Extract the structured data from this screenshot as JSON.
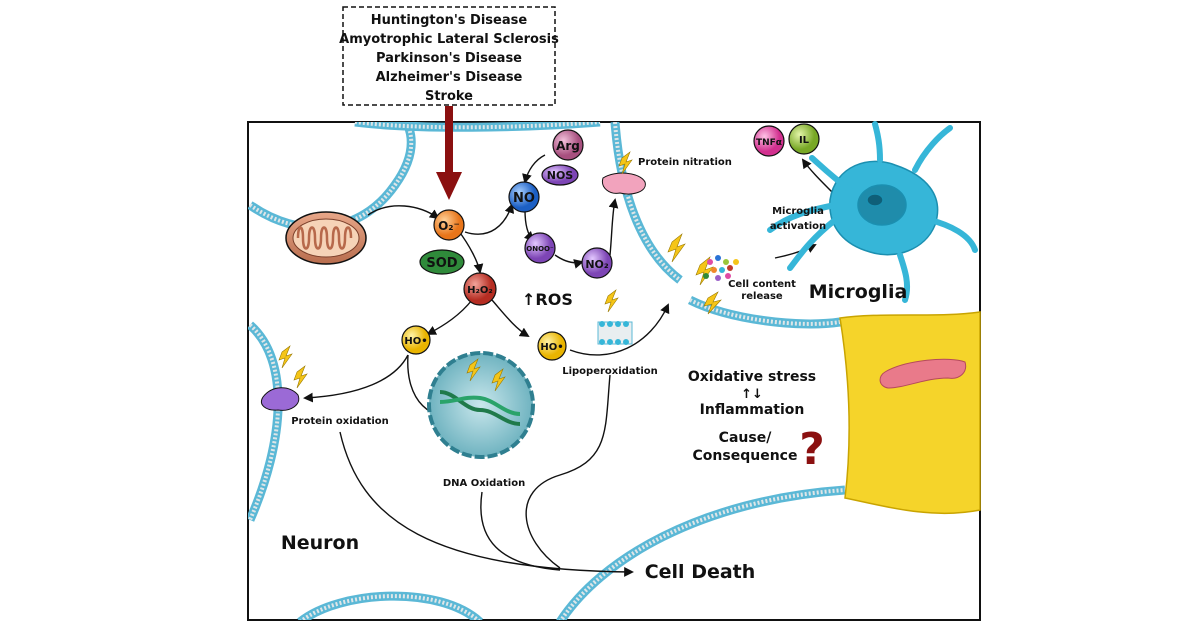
{
  "diseases": [
    "Huntington's Disease",
    "Amyotrophic Lateral Sclerosis",
    "Parkinson's Disease",
    "Alzheimer's Disease",
    "Stroke"
  ],
  "molecules": {
    "superoxide": "O₂⁻",
    "sod": "SOD",
    "h2o2": "H₂O₂",
    "ho_left": "HO•",
    "ho_right": "HO•",
    "no": "NO",
    "arg": "Arg",
    "nos": "NOS",
    "onoo": "ONOO⁻",
    "no2": "NO₂",
    "tnf": "TNFα",
    "il": "IL"
  },
  "labels": {
    "ros": "↑ROS",
    "protein_nitration": "Protein nitration",
    "microglia_activation_1": "Microglia",
    "microglia_activation_2": "activation",
    "cell_content_1": "Cell content",
    "cell_content_2": "release",
    "microglia": "Microglia",
    "lipoperoxidation": "Lipoperoxidation",
    "protein_oxidation": "Protein oxidation",
    "dna_oxidation": "DNA Oxidation",
    "oxidative_stress": "Oxidative stress",
    "arrows_updown": "↑↓",
    "inflammation": "Inflammation",
    "cause": "Cause/",
    "consequence": "Consequence",
    "question": "?",
    "neuron": "Neuron",
    "cell_death": "Cell Death"
  },
  "colors": {
    "membrane": "#5bb8d6",
    "disease_arrow": "#8b1010",
    "superoxide": "#f0892c",
    "sod": "#2f8a3a",
    "h2o2": "#c0392b",
    "ho": "#f2c21a",
    "no": "#2a73d6",
    "arg": "#c06aa0",
    "nos": "#9a5fc9",
    "onoo": "#9a5fc9",
    "no2": "#9a5fc9",
    "tnf": "#e04ca4",
    "il": "#9bc63a",
    "microglia": "#36b6d8",
    "vessel": "#f5d42a",
    "question": "#8b1010"
  }
}
